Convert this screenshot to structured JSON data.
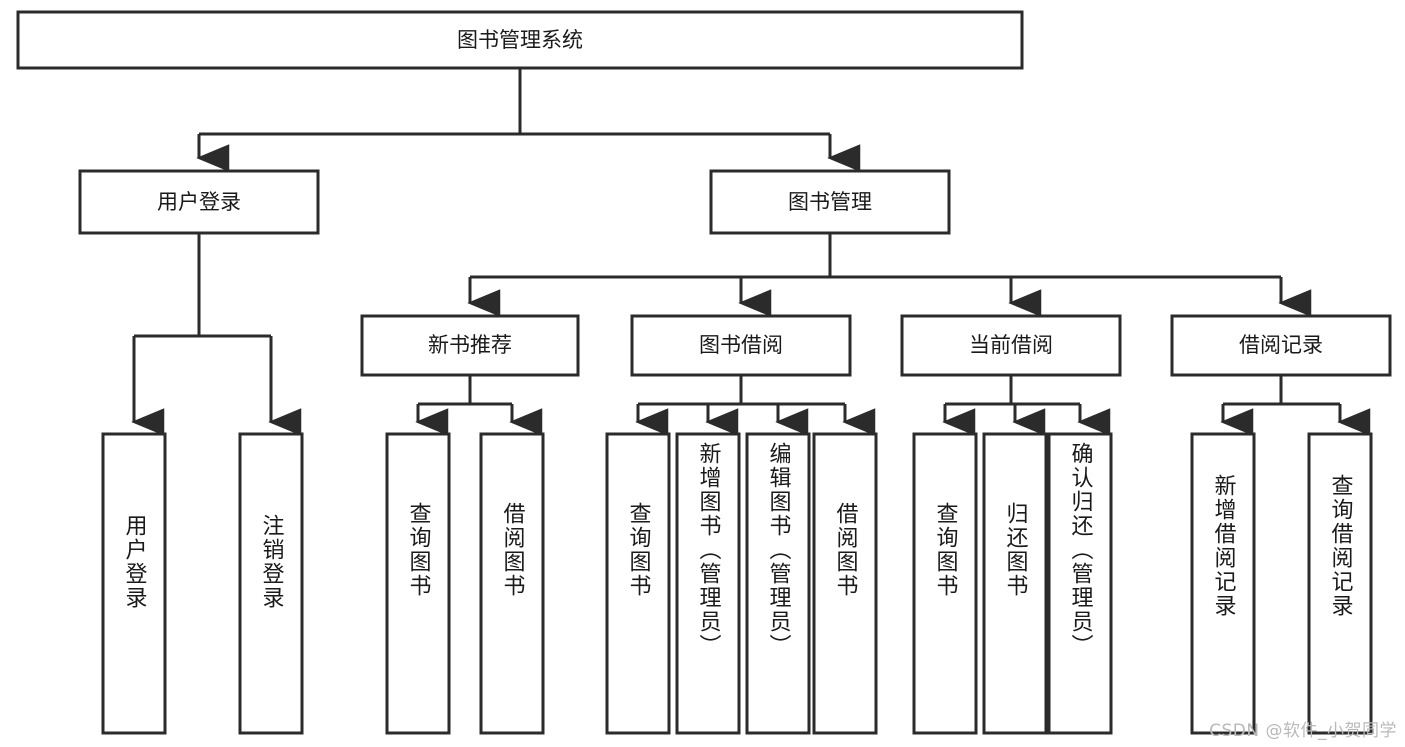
{
  "diagram": {
    "type": "tree",
    "title": "图书管理系统",
    "root": {
      "label": "图书管理系统",
      "orientation": "horizontal"
    },
    "level2": [
      {
        "label": "用户登录",
        "orientation": "horizontal"
      },
      {
        "label": "图书管理",
        "orientation": "horizontal"
      }
    ],
    "level3": [
      {
        "label": "新书推荐",
        "orientation": "horizontal",
        "parent": "图书管理"
      },
      {
        "label": "图书借阅",
        "orientation": "horizontal",
        "parent": "图书管理"
      },
      {
        "label": "当前借阅",
        "orientation": "horizontal",
        "parent": "图书管理"
      },
      {
        "label": "借阅记录",
        "orientation": "horizontal",
        "parent": "图书管理"
      }
    ],
    "leaves": [
      {
        "label": "用户登录",
        "orientation": "vertical",
        "parent": "用户登录"
      },
      {
        "label": "注销登录",
        "orientation": "vertical",
        "parent": "用户登录"
      },
      {
        "label": "查询图书",
        "orientation": "vertical",
        "parent": "新书推荐"
      },
      {
        "label": "借阅图书",
        "orientation": "vertical",
        "parent": "新书推荐"
      },
      {
        "label": "查询图书",
        "orientation": "vertical",
        "parent": "图书借阅"
      },
      {
        "label": "新增图书（管理员）",
        "orientation": "vertical",
        "parent": "图书借阅"
      },
      {
        "label": "编辑图书（管理员）",
        "orientation": "vertical",
        "parent": "图书借阅"
      },
      {
        "label": "借阅图书",
        "orientation": "vertical",
        "parent": "图书借阅"
      },
      {
        "label": "查询图书",
        "orientation": "vertical",
        "parent": "当前借阅"
      },
      {
        "label": "归还图书",
        "orientation": "vertical",
        "parent": "当前借阅"
      },
      {
        "label": "确认归还（管理员）",
        "orientation": "vertical",
        "parent": "当前借阅"
      },
      {
        "label": "新增借阅记录",
        "orientation": "vertical",
        "parent": "借阅记录"
      },
      {
        "label": "查询借阅记录",
        "orientation": "vertical",
        "parent": "借阅记录"
      }
    ],
    "colors": {
      "box_stroke": "#2b2b2b",
      "box_fill": "#ffffff",
      "text": "#1a1a1a",
      "connector": "#2b2b2b",
      "background": "#ffffff",
      "watermark": "#b9b9b9"
    }
  },
  "watermark": {
    "text": "CSDN @软件_小贺同学"
  }
}
